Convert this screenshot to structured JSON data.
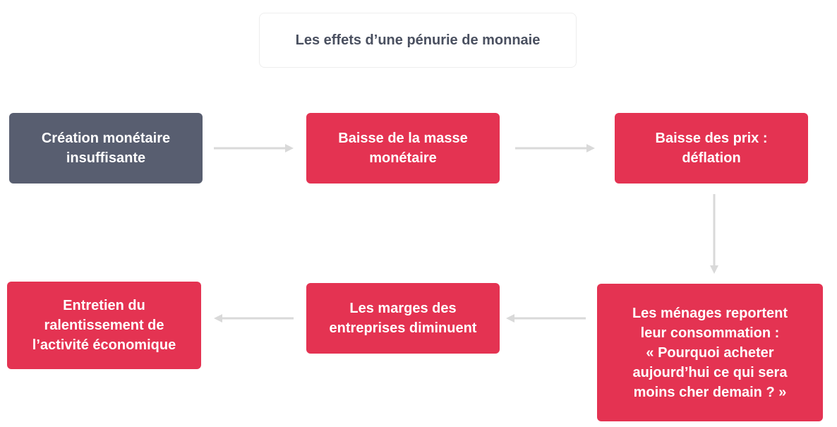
{
  "title": "Les effets d’une pénurie de monnaie",
  "colors": {
    "dark": "#585e70",
    "red": "#e43352",
    "arrow": "#d9d9d9"
  },
  "nodes": {
    "creation": "Création monétaire\ninsuffisante",
    "masse": "Baisse de la masse\nmonétaire",
    "deflation": "Baisse des prix :\ndéflation",
    "menages": "Les ménages reportent\nleur consommation :\n« Pourquoi acheter\naujourd’hui ce qui sera\nmoins cher demain ? »",
    "marges": "Les marges des\nentreprises diminuent",
    "entretien": "Entretien du\nralentissement de\nl’activité économique"
  }
}
